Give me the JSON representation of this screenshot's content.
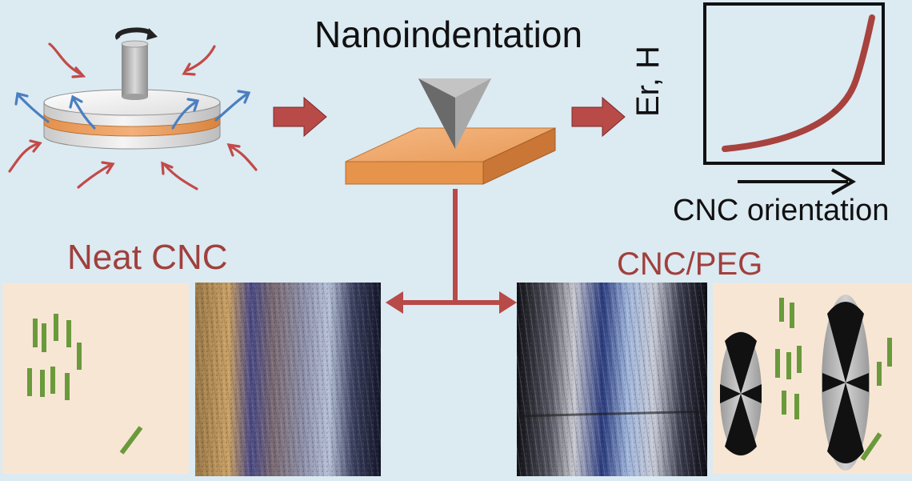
{
  "title": "Nanoindentation",
  "graph": {
    "y_axis_label": "Er, H",
    "x_axis_label": "CNC orientation"
  },
  "samples": {
    "neat_label": "Neat CNC",
    "peg_label": "CNC/PEG"
  },
  "colors": {
    "background": "#dceaf2",
    "accent_red": "#a0403c",
    "arrow_red": "#b84a48",
    "flow_blue": "#4a7fc0",
    "film_orange": "#e79955",
    "panel_beige": "#f8e6d4",
    "rod_green": "#6a9a3c",
    "curve_red": "#a8423e"
  }
}
